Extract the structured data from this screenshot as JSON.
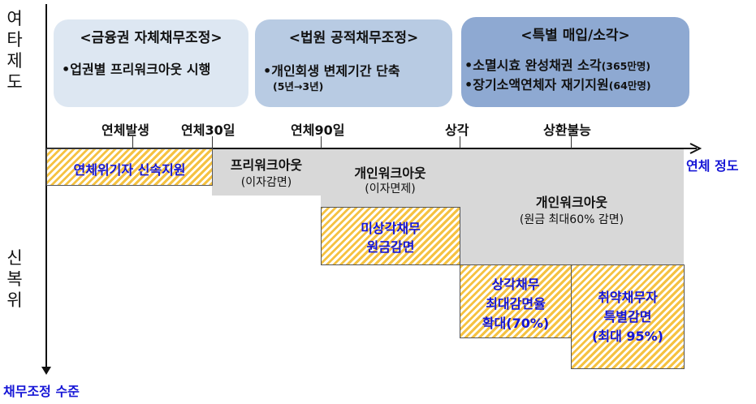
{
  "left_labels": {
    "top": [
      "여",
      "타",
      "제",
      "도"
    ],
    "bottom": [
      "신",
      "복",
      "위"
    ]
  },
  "top_boxes": [
    {
      "title": "<금융권 자체채무조정>",
      "line1": "•업권별 프리워크아웃 시행",
      "color": "#dde7f2"
    },
    {
      "title": "<법원 공적채무조정>",
      "line1": "•개인회생 변제기간 단축",
      "sub": "(5년→3년)",
      "color": "#b8cbe3"
    },
    {
      "title": "<특별 매입/소각>",
      "line1_main": "•소멸시효 완성채권 소각",
      "line1_small": "(365만명)",
      "line2_main": "•장기소액연체자 재기지원",
      "line2_small": "(64만명)",
      "color": "#8ea9d2"
    }
  ],
  "stages": [
    "연체발생",
    "연체30일",
    "연체90일",
    "상각",
    "상환불능"
  ],
  "x_axis_label": "연체 정도",
  "y_axis_label": "채무조정 수준",
  "programs": {
    "p1": "연체위기자 신속지원",
    "p2_title": "프리워크아웃",
    "p2_sub": "(이자감면)",
    "p3_title": "개인워크아웃",
    "p3_sub": "(이자면제)",
    "p4_title": "개인워크아웃",
    "p4_sub": "(원금 최대60% 감면)",
    "p5_l1": "미상각채무",
    "p5_l2": "원금감면",
    "p6_l1": "상각채무",
    "p6_l2": "최대감면율",
    "p6_l3": "확대(70%)",
    "p7_l1": "취약채무자",
    "p7_l2": "특별감면",
    "p7_l3": "(최대 95%)"
  },
  "colors": {
    "accent_blue": "#1515d6",
    "gray_fill": "#d8d8d8",
    "hatch": "#f5c242"
  }
}
